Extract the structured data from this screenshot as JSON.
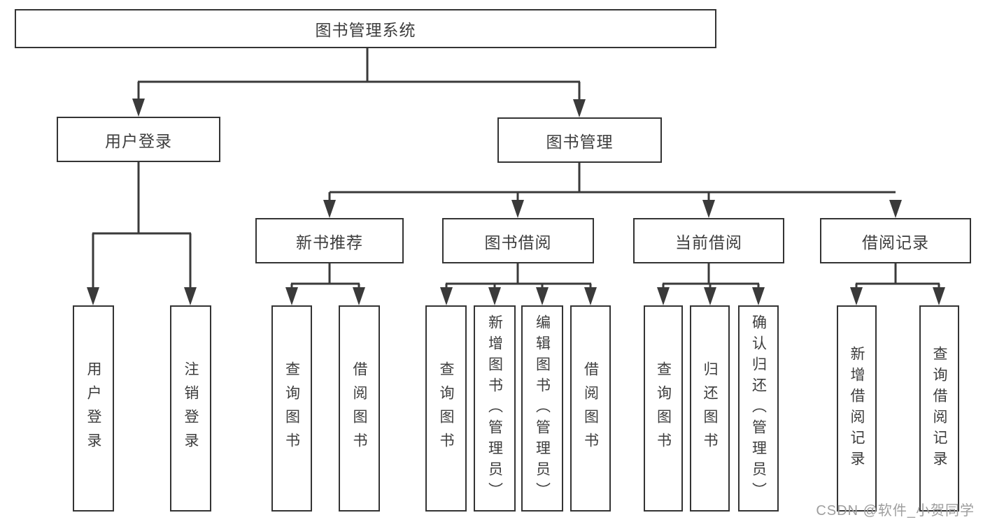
{
  "tree": {
    "label": "图书管理系统",
    "children": [
      {
        "label": "用户登录",
        "children": [
          {
            "label": "用户登录"
          },
          {
            "label": "注销登录"
          }
        ]
      },
      {
        "label": "图书管理",
        "children": [
          {
            "label": "新书推荐",
            "children": [
              {
                "label": "查询图书"
              },
              {
                "label": "借阅图书"
              }
            ]
          },
          {
            "label": "图书借阅",
            "children": [
              {
                "label": "查询图书"
              },
              {
                "label": "新增图书（管理员）"
              },
              {
                "label": "编辑图书（管理员）"
              },
              {
                "label": "借阅图书"
              }
            ]
          },
          {
            "label": "当前借阅",
            "children": [
              {
                "label": "查询图书"
              },
              {
                "label": "归还图书"
              },
              {
                "label": "确认归还（管理员）"
              }
            ]
          },
          {
            "label": "借阅记录",
            "children": [
              {
                "label": "新增借阅记录"
              },
              {
                "label": "查询借阅记录"
              }
            ]
          }
        ]
      }
    ]
  },
  "watermark": {
    "text": "CSDN @软件_小贺同学"
  },
  "colors": {
    "line": "#3a3a3a",
    "box_border": "#343434",
    "text": "#3d3d3d",
    "watermark": "#9e9e9e",
    "background": "#ffffff"
  }
}
